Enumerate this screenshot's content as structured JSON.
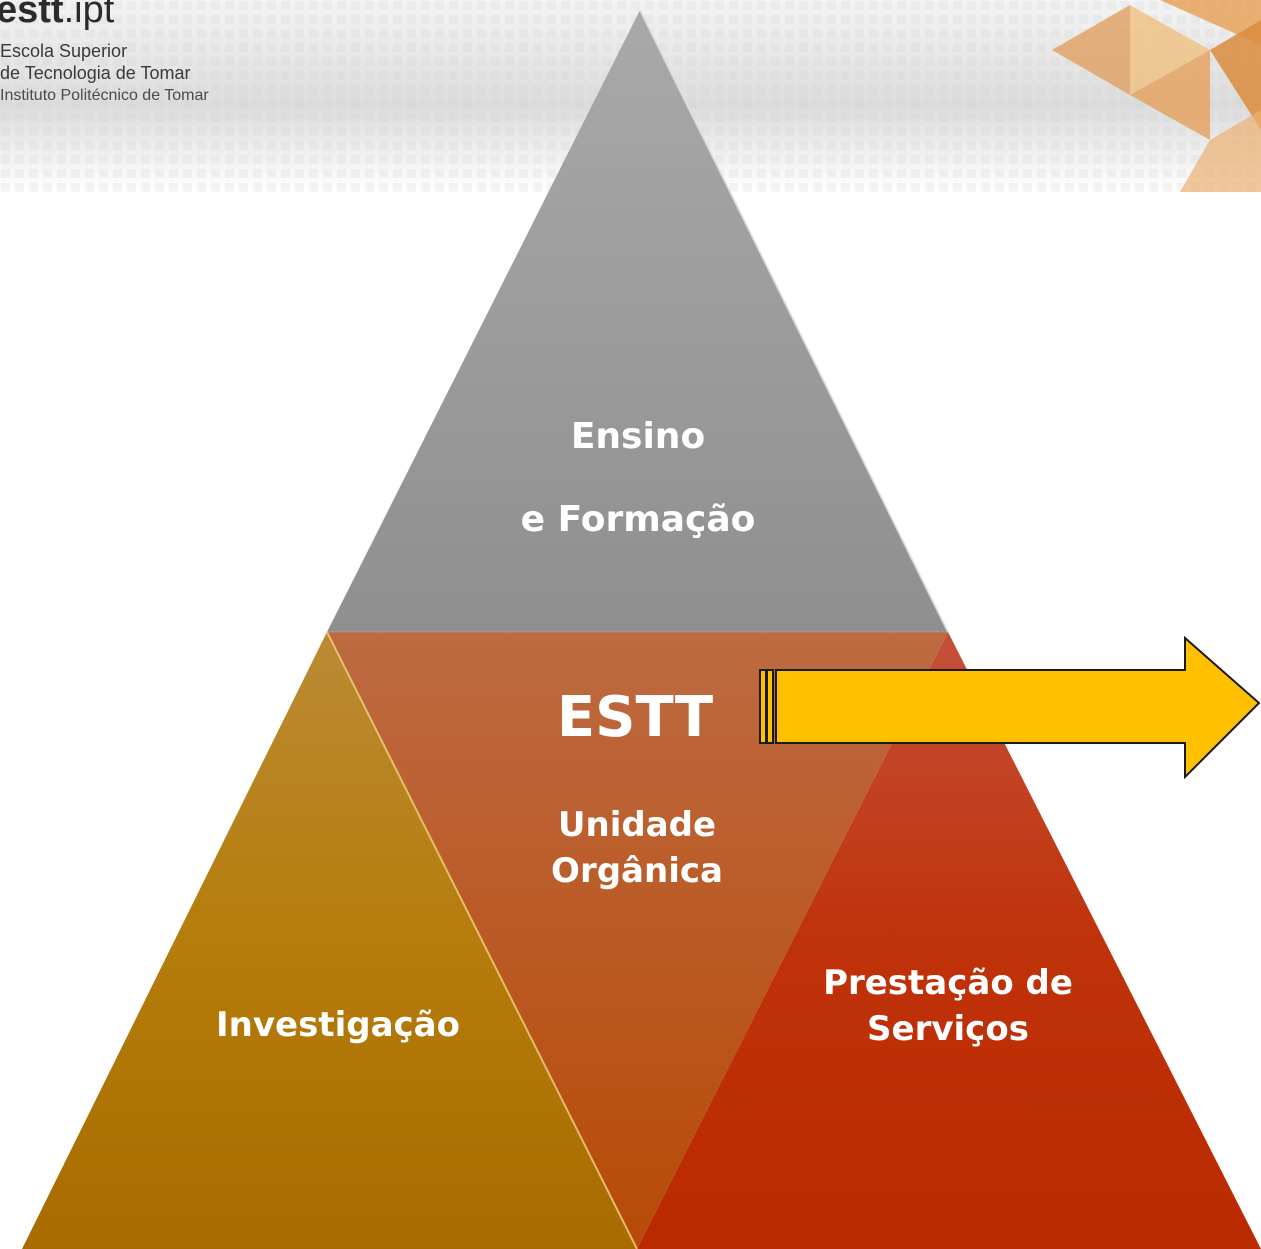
{
  "header": {
    "brand_bold": "estt",
    "brand_light": ".ipt",
    "line1": "Escola Superior",
    "line2": "de Tecnologia de Tomar",
    "line3": "Instituto Politécnico de Tomar"
  },
  "pyramid": {
    "top_line1": "Ensino",
    "top_line2": "e Formação",
    "center_title": "ESTT",
    "center_sub1": "Unidade",
    "center_sub2": "Orgânica",
    "left_label": "Investigação",
    "right_line1": "Prestação de",
    "right_line2": "Serviços"
  },
  "colors": {
    "top": "#9b9b9b",
    "center": "#bc5a1c",
    "left": "#b57d0b",
    "right": "#c0320a",
    "arrow": "#ffc000"
  }
}
